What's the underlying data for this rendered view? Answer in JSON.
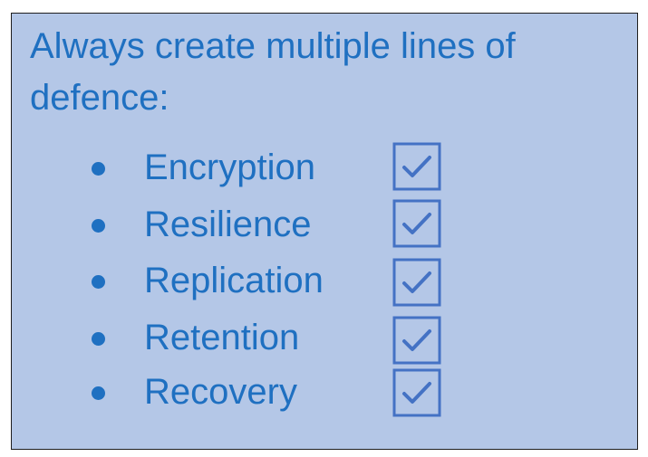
{
  "heading": "Always create multiple lines of defence:",
  "colors": {
    "background": "#b4c7e7",
    "text": "#1f70c1",
    "checkbox": "#4472c4"
  },
  "items": [
    {
      "label": "Encryption",
      "checked": true,
      "icon": "checkbox-checked-icon"
    },
    {
      "label": "Resilience",
      "checked": true,
      "icon": "checkbox-checked-icon"
    },
    {
      "label": "Replication",
      "checked": true,
      "icon": "checkbox-checked-icon"
    },
    {
      "label": "Retention",
      "checked": true,
      "icon": "checkbox-checked-icon"
    },
    {
      "label": "Recovery",
      "checked": true,
      "icon": "checkbox-checked-icon"
    }
  ]
}
